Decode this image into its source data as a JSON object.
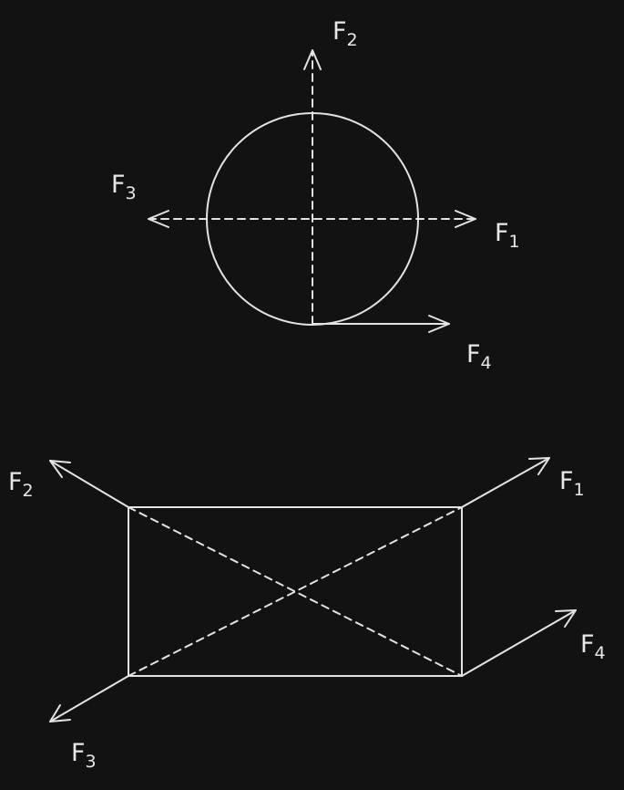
{
  "colors": {
    "background": "#121212",
    "stroke": "#e3e3e3",
    "text": "#e8e8e8"
  },
  "circle_diagram": {
    "labels": [
      {
        "name": "F",
        "sub": "2"
      },
      {
        "name": "F",
        "sub": "3"
      },
      {
        "name": "F",
        "sub": "1"
      },
      {
        "name": "F",
        "sub": "4"
      }
    ]
  },
  "rect_diagram": {
    "labels": [
      {
        "name": "F",
        "sub": "2"
      },
      {
        "name": "F",
        "sub": "1"
      },
      {
        "name": "F",
        "sub": "4"
      },
      {
        "name": "F",
        "sub": "3"
      }
    ]
  }
}
